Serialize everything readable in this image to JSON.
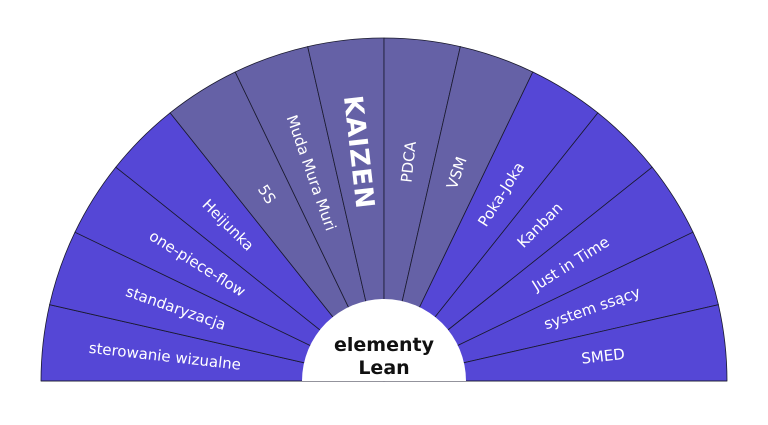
{
  "diagram": {
    "center_label": [
      "elementy",
      "Lean"
    ],
    "colors": {
      "blue": "#5547d6",
      "slate": "#6561a6",
      "center": "#ffffff",
      "divider": "#1a1a2e",
      "text": "#ffffff"
    },
    "segments": [
      {
        "label": "sterowanie wizualne",
        "color": "blue"
      },
      {
        "label": "standaryzacja",
        "color": "blue"
      },
      {
        "label": "one-piece-flow",
        "color": "blue"
      },
      {
        "label": "Heijunka",
        "color": "blue"
      },
      {
        "label": "5S",
        "color": "slate"
      },
      {
        "label": "Muda Mura Muri",
        "color": "slate"
      },
      {
        "label": "KAIZEN",
        "color": "slate",
        "emphasis": true
      },
      {
        "label": "PDCA",
        "color": "slate"
      },
      {
        "label": "VSM",
        "color": "slate"
      },
      {
        "label": "Poka-Joka",
        "color": "blue"
      },
      {
        "label": "Kanban",
        "color": "blue"
      },
      {
        "label": "Just in Time",
        "color": "blue"
      },
      {
        "label": "system ssący",
        "color": "blue"
      },
      {
        "label": "SMED",
        "color": "blue"
      }
    ]
  }
}
